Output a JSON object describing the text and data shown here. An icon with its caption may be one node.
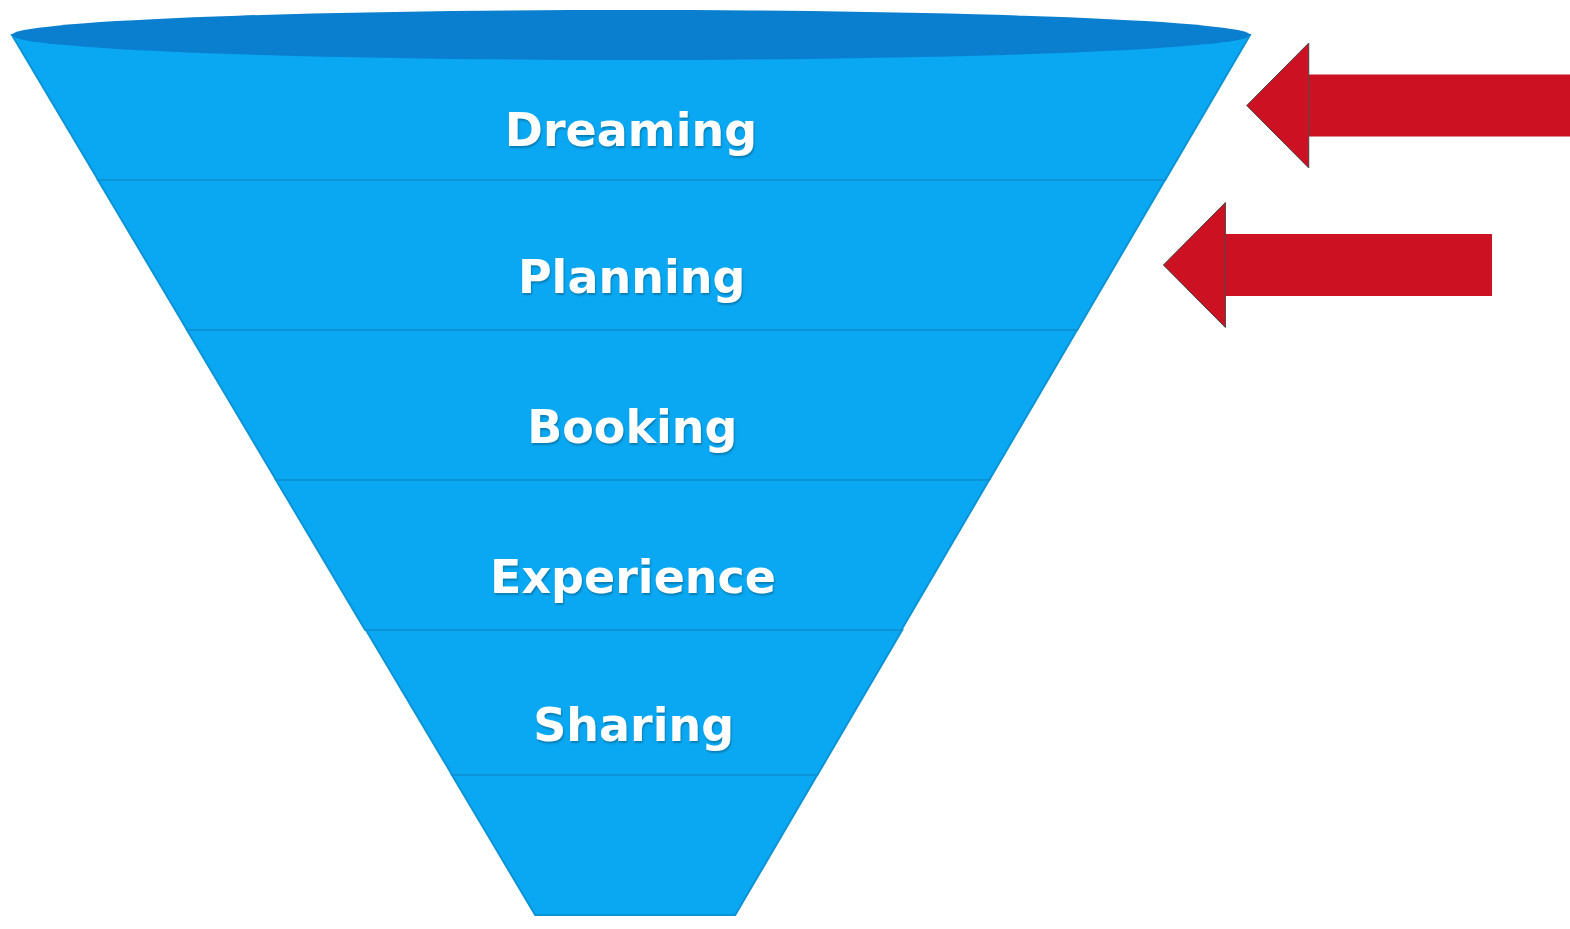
{
  "diagram": {
    "nodes": [
      {
        "text": [
          "Dreaming"
        ]
      },
      {
        "text": [
          "Planning"
        ]
      },
      {
        "text": [
          "Booking"
        ]
      },
      {
        "text": [
          "Experience"
        ]
      },
      {
        "text": [
          "Sharing"
        ]
      },
      {
        "text": [],
        "shape": "bar"
      }
    ],
    "edges": [
      {
        "from": null,
        "to": 0,
        "arrow": "to"
      },
      {
        "from": null,
        "to": 1,
        "arrow": "to"
      }
    ]
  }
}
